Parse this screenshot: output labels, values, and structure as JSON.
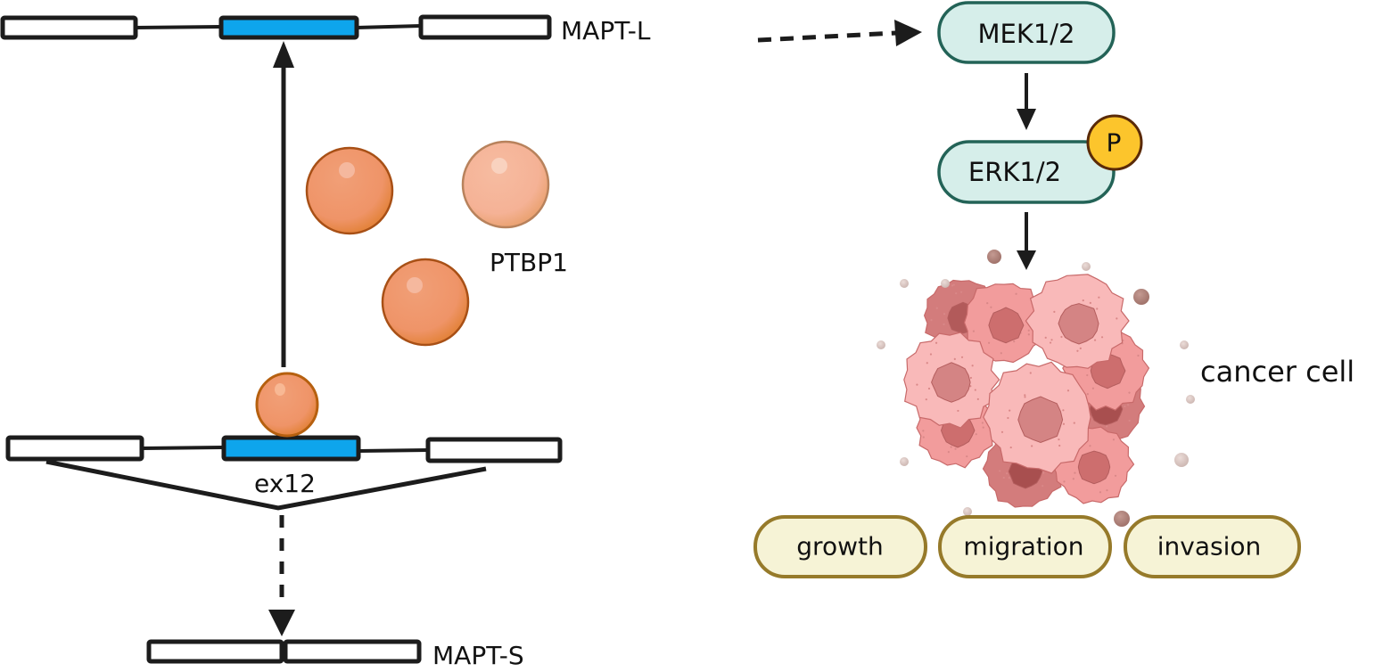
{
  "colors": {
    "exon_highlight": "#0ea5ec",
    "exon_border": "#1c1c1c",
    "protein_fill": "#d6eeea",
    "protein_border": "#236357",
    "phospho_fill": "#fcc52c",
    "phospho_border": "#5a2a08",
    "outcome_fill": "#f6f3d6",
    "outcome_border": "#967a2a",
    "ptbp1_fill": "#f0996e",
    "ptbp1_shade": "#e5884a",
    "ptbp1_border": "#b4561a",
    "ptbp1_light_fill": "#f5b79a",
    "cancer_light": "#f9b9b9",
    "cancer_mid": "#f29c9c",
    "cancer_dark": "#d37c7c"
  },
  "splicing": {
    "long_isoform_label": "MAPT-L",
    "short_isoform_label": "MAPT-S",
    "exon_label": "ex12",
    "splicing_factor_label": "PTBP1"
  },
  "pathway": {
    "nodes": [
      {
        "label": "MEK1/2"
      },
      {
        "label": "ERK1/2"
      }
    ],
    "phospho_label": "P",
    "target_label": "cancer cell"
  },
  "outcomes": [
    {
      "label": "growth"
    },
    {
      "label": "migration"
    },
    {
      "label": "invasion"
    }
  ]
}
